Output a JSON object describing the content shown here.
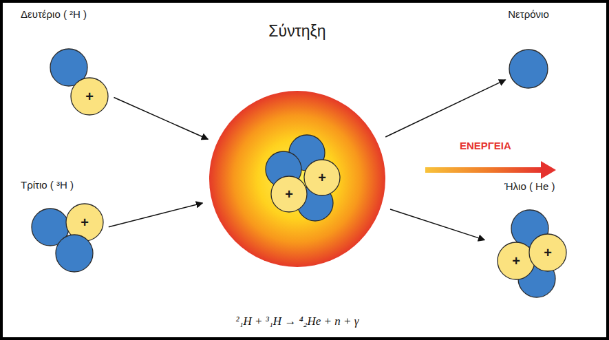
{
  "diagram": {
    "nodes": [
      {
        "text": [
          "Δευτέριο ( ²H )",
          "+"
        ]
      },
      {
        "text": [
          "Τρίτιο ( ³H )",
          "+"
        ]
      },
      {
        "text": [
          "Σύντηξη",
          "+",
          "+"
        ]
      },
      {
        "text": [
          "Νετρόνιο"
        ]
      },
      {
        "text": [
          "Ήλιο ( He )",
          "+",
          "+"
        ]
      }
    ],
    "edges": [
      {
        "from": 0,
        "to": 2,
        "arrow": "to"
      },
      {
        "from": 1,
        "to": 2,
        "arrow": "to"
      },
      {
        "from": 2,
        "to": 3,
        "arrow": "to"
      },
      {
        "from": 2,
        "to": 4,
        "arrow": "to"
      }
    ],
    "labels": [
      "ΕΝΕΡΓΕΙΑ",
      "²₁H + ³₁H → ⁴₂He + n + γ"
    ]
  }
}
